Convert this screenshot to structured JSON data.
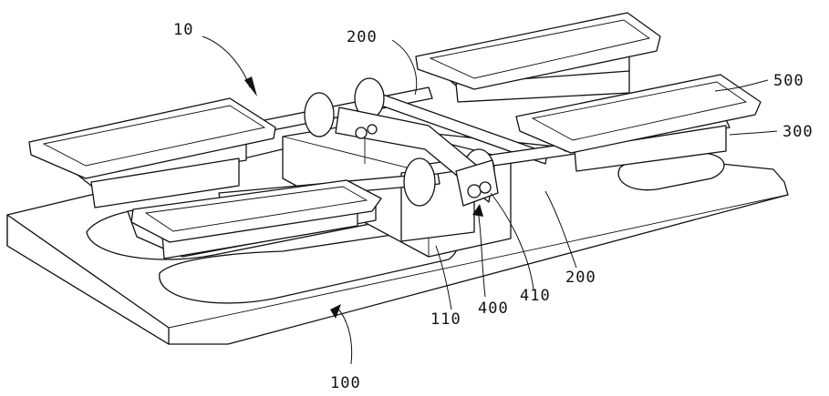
{
  "figure": {
    "labels": {
      "l10": "10",
      "l100": "100",
      "l110": "110",
      "l200a": "200",
      "l200b": "200",
      "l300": "300",
      "l400": "400",
      "l410": "410",
      "l500": "500"
    }
  }
}
